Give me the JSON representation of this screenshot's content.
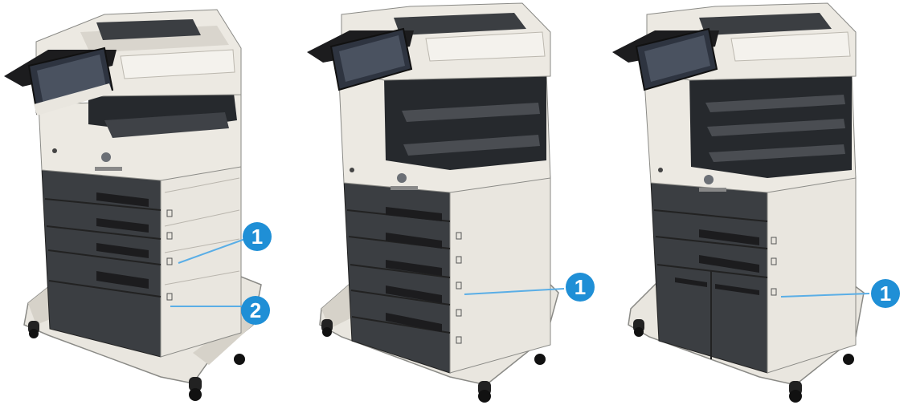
{
  "figures": [
    {
      "id": "printer-tray-config-a",
      "callouts": [
        {
          "number": "1"
        },
        {
          "number": "2"
        }
      ]
    },
    {
      "id": "printer-tray-config-b",
      "callouts": [
        {
          "number": "1"
        }
      ]
    },
    {
      "id": "printer-tray-config-c",
      "callouts": [
        {
          "number": "1"
        }
      ]
    }
  ],
  "colors": {
    "callout_blue": "#1f8fd6",
    "leader_line": "#5aaee6",
    "body_light": "#ece9e2",
    "body_dark": "#3b3e42",
    "panel_black": "#1c1c1e",
    "screen_glass": "#2e3440"
  }
}
